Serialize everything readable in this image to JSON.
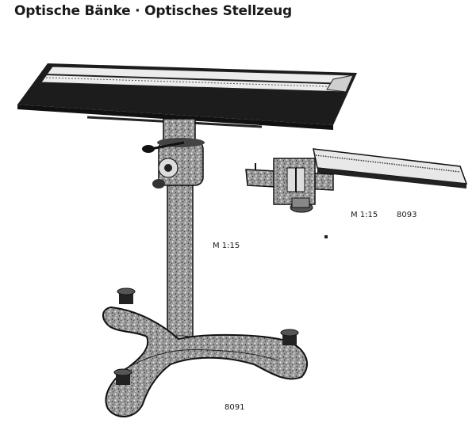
{
  "heading": "Optische Bänke · Optisches Stellzeug",
  "captions": {
    "scale_large": "M 1:15",
    "scale_small": "M 1:15",
    "item_small": "8093",
    "item_large": "8091"
  }
}
